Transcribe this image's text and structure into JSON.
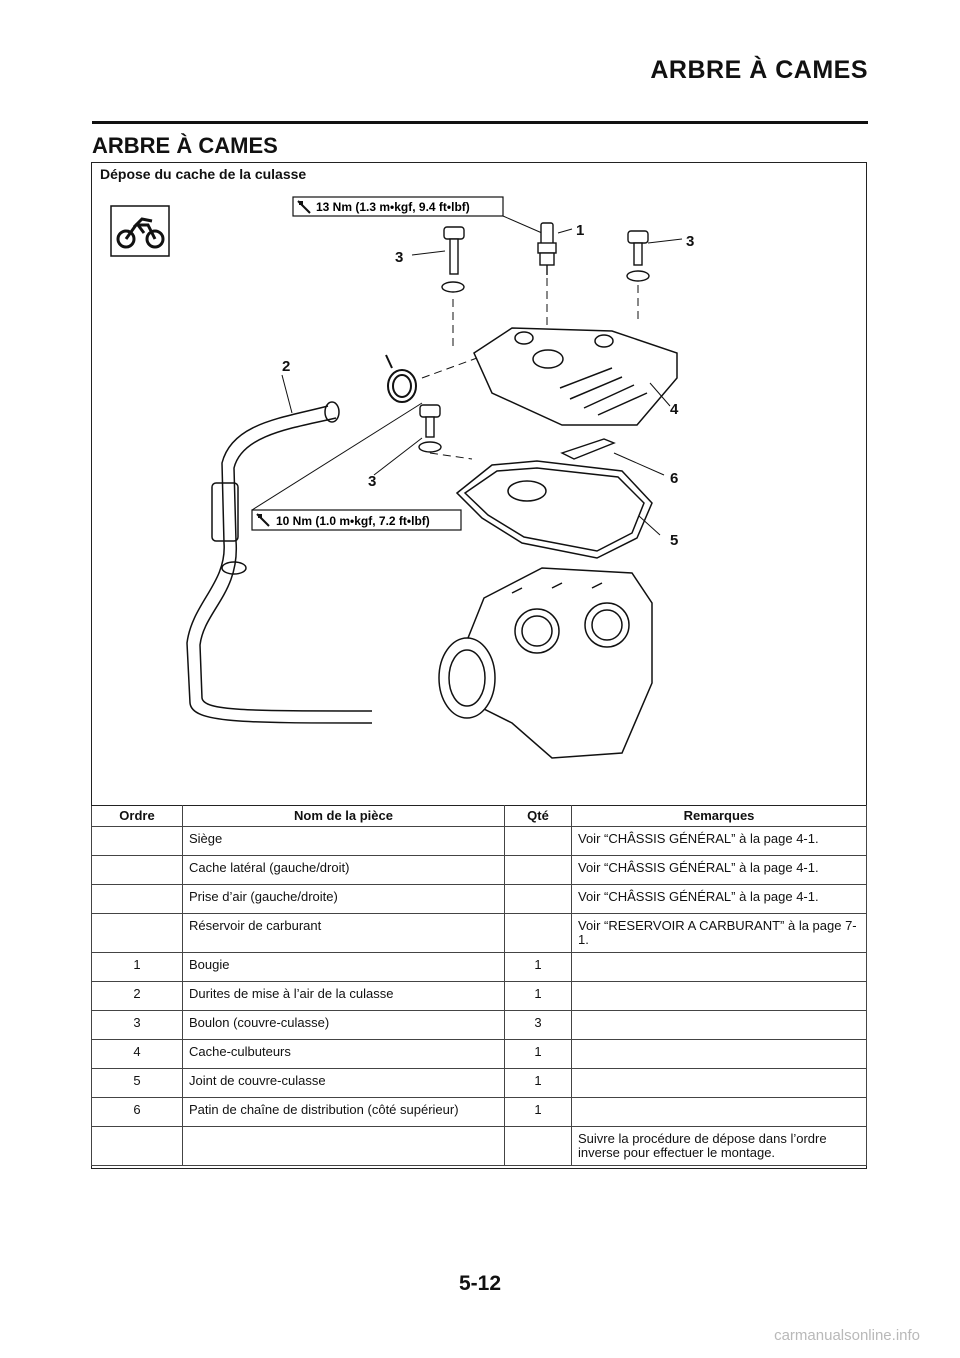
{
  "header": {
    "title": "ARBRE À CAMES"
  },
  "section": {
    "title": "ARBRE À CAMES"
  },
  "figure": {
    "subtitle": "Dépose du cache de la culasse",
    "torque_top": "13 Nm (1.3 m•kgf, 9.4 ft•lbf)",
    "torque_bottom": "10 Nm (1.0 m•kgf, 7.2 ft•lbf)",
    "callouts": [
      "1",
      "2",
      "3",
      "3",
      "3",
      "4",
      "5",
      "6"
    ],
    "icons": [
      "motorcycle-icon",
      "torque-wrench-icon"
    ]
  },
  "table": {
    "headers": [
      "Ordre",
      "Nom de la pièce",
      "Qté",
      "Remarques"
    ],
    "rows": [
      {
        "order": "",
        "name": "Siège",
        "qty": "",
        "remarks": "Voir “CHÂSSIS GÉNÉRAL” à la page 4-1."
      },
      {
        "order": "",
        "name": "Cache latéral (gauche/droit)",
        "qty": "",
        "remarks": "Voir “CHÂSSIS GÉNÉRAL” à la page 4-1."
      },
      {
        "order": "",
        "name": "Prise d’air (gauche/droite)",
        "qty": "",
        "remarks": "Voir “CHÂSSIS GÉNÉRAL” à la page 4-1."
      },
      {
        "order": "",
        "name": "Réservoir de carburant",
        "qty": "",
        "remarks": "Voir “RESERVOIR A CARBURANT” à la page 7-1."
      },
      {
        "order": "1",
        "name": "Bougie",
        "qty": "1",
        "remarks": ""
      },
      {
        "order": "2",
        "name": "Durites de mise à l’air de la culasse",
        "qty": "1",
        "remarks": ""
      },
      {
        "order": "3",
        "name": "Boulon (couvre-culasse)",
        "qty": "3",
        "remarks": ""
      },
      {
        "order": "4",
        "name": "Cache-culbuteurs",
        "qty": "1",
        "remarks": ""
      },
      {
        "order": "5",
        "name": "Joint de couvre-culasse",
        "qty": "1",
        "remarks": ""
      },
      {
        "order": "6",
        "name": "Patin de chaîne de distribution (côté supérieur)",
        "qty": "1",
        "remarks": ""
      },
      {
        "order": "",
        "name": "",
        "qty": "",
        "remarks": "Suivre la procédure de dépose dans l’ordre inverse pour effectuer le montage."
      }
    ]
  },
  "footer": {
    "page_number": "5-12",
    "watermark": "carmanualsonline.info"
  }
}
